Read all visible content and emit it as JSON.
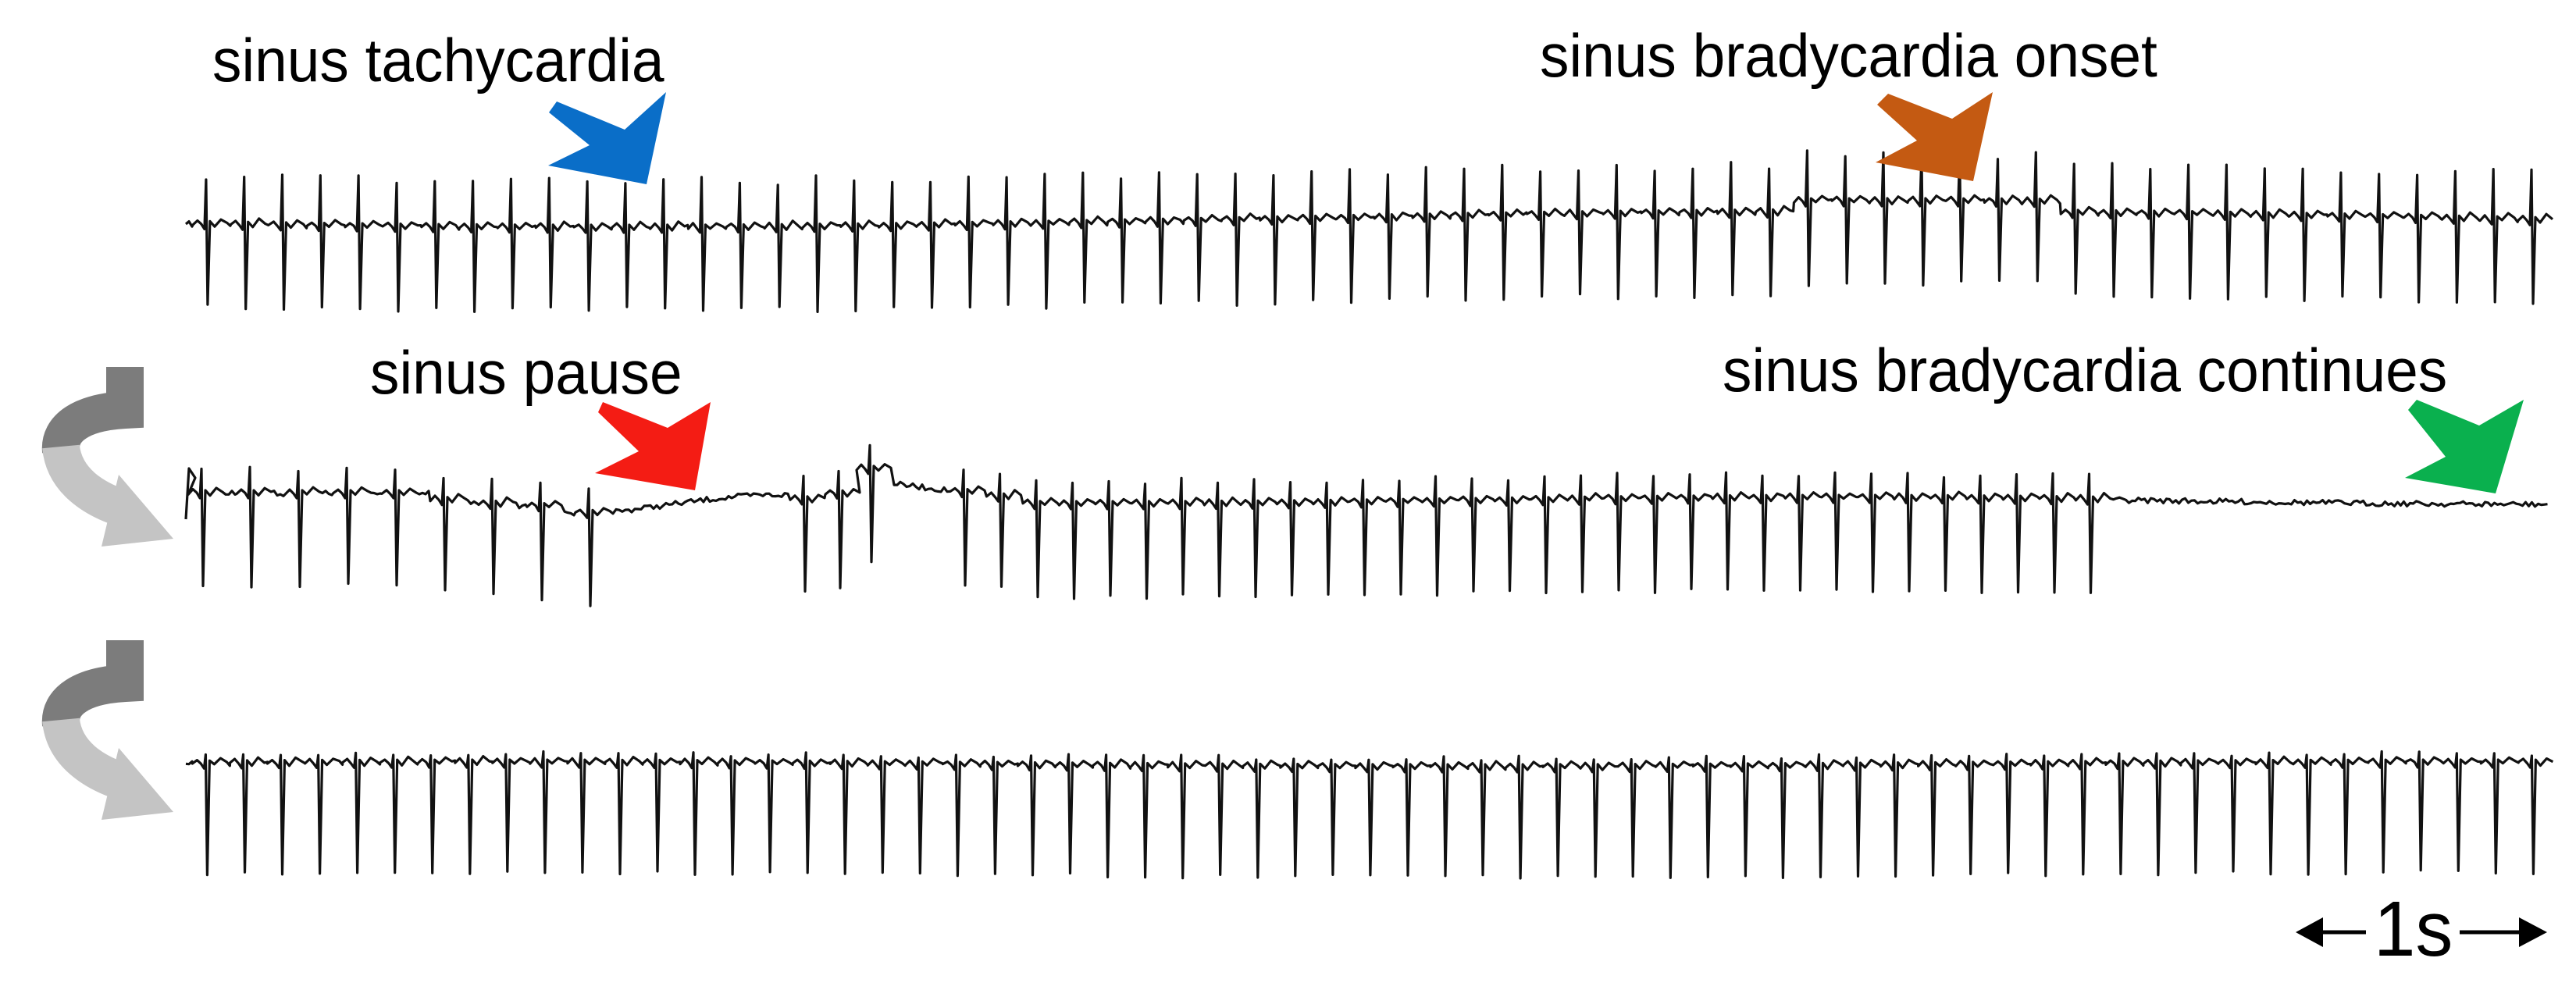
{
  "annotations": [
    {
      "id": "tachy",
      "text": "sinus tachycardia",
      "color": "#0a6ec8"
    },
    {
      "id": "brady_onset",
      "text": "sinus bradycardia onset",
      "color": "#c45a12"
    },
    {
      "id": "pause",
      "text": "sinus pause",
      "color": "#f41c14"
    },
    {
      "id": "brady_cont",
      "text": "sinus bradycardia continues",
      "color": "#0ab04e"
    }
  ],
  "scale_bar": {
    "text": "1s",
    "duration_s": 1
  },
  "strips": [
    {
      "name": "strip-1",
      "beats": 62
    },
    {
      "name": "strip-2",
      "beats": 44,
      "pause_after_beat": 9
    },
    {
      "name": "strip-3",
      "beats": 63
    }
  ],
  "colors": {
    "trace": "#111111",
    "continuation_arrow_dark": "#7c7c7c",
    "continuation_arrow_light": "#c4c4c4"
  },
  "icons": {
    "continuation": "curved-down-right-arrow-icon",
    "marker": "down-pointing-block-arrow-icon"
  }
}
